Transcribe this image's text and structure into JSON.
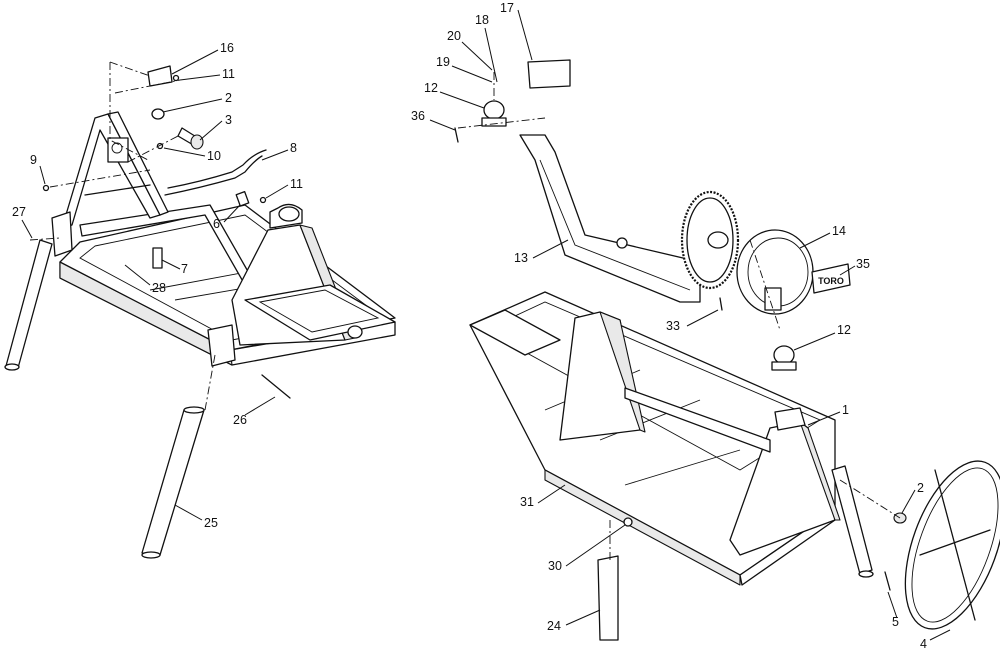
{
  "diagram": {
    "callouts": [
      {
        "id": "c16",
        "text": "16"
      },
      {
        "id": "c11a",
        "text": "11"
      },
      {
        "id": "c2a",
        "text": "2"
      },
      {
        "id": "c3",
        "text": "3"
      },
      {
        "id": "c10",
        "text": "10"
      },
      {
        "id": "c8",
        "text": "8"
      },
      {
        "id": "c9",
        "text": "9"
      },
      {
        "id": "c11b",
        "text": "11"
      },
      {
        "id": "c6",
        "text": "6"
      },
      {
        "id": "c27",
        "text": "27"
      },
      {
        "id": "c7",
        "text": "7"
      },
      {
        "id": "c28",
        "text": "28"
      },
      {
        "id": "c26",
        "text": "26"
      },
      {
        "id": "c25",
        "text": "25"
      },
      {
        "id": "c17",
        "text": "17"
      },
      {
        "id": "c18",
        "text": "18"
      },
      {
        "id": "c20",
        "text": "20"
      },
      {
        "id": "c19",
        "text": "19"
      },
      {
        "id": "c12a",
        "text": "12"
      },
      {
        "id": "c36",
        "text": "36"
      },
      {
        "id": "c13",
        "text": "13"
      },
      {
        "id": "c14",
        "text": "14"
      },
      {
        "id": "c35",
        "text": "35"
      },
      {
        "id": "c33",
        "text": "33"
      },
      {
        "id": "c12b",
        "text": "12"
      },
      {
        "id": "c1",
        "text": "1"
      },
      {
        "id": "c2b",
        "text": "2"
      },
      {
        "id": "c31",
        "text": "31"
      },
      {
        "id": "c30",
        "text": "30"
      },
      {
        "id": "c5",
        "text": "5"
      },
      {
        "id": "c24",
        "text": "24"
      },
      {
        "id": "c4",
        "text": "4"
      }
    ],
    "decal_text": "TORO"
  }
}
